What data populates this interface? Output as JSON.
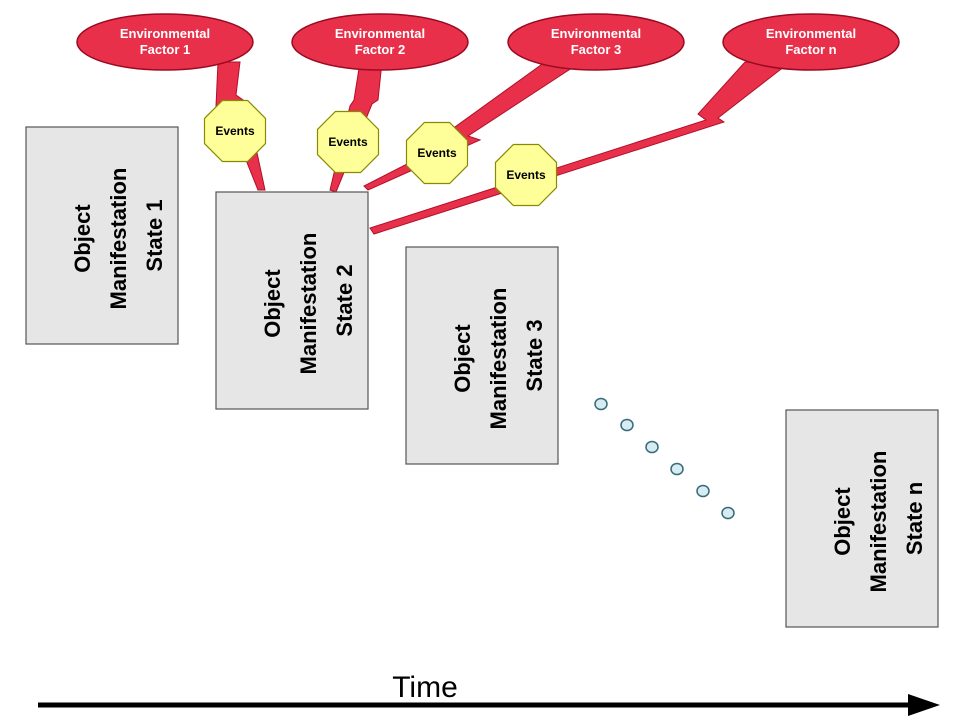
{
  "environmental_factors": [
    {
      "line1": "Environmental",
      "line2": "Factor 1"
    },
    {
      "line1": "Environmental",
      "line2": "Factor 2"
    },
    {
      "line1": "Environmental",
      "line2": "Factor 3"
    },
    {
      "line1": "Environmental",
      "line2": "Factor n"
    }
  ],
  "event_label": "Events",
  "states": [
    {
      "line1": "Object",
      "line2": "Manifestation",
      "line3": "State 1"
    },
    {
      "line1": "Object",
      "line2": "Manifestation",
      "line3": "State 2"
    },
    {
      "line1": "Object",
      "line2": "Manifestation",
      "line3": "State 3"
    },
    {
      "line1": "Object",
      "line2": "Manifestation",
      "line3": "State n"
    }
  ],
  "axis": {
    "label": "Time"
  },
  "colors": {
    "factor_fill": "#e8304a",
    "event_fill": "#ffff99",
    "state_fill": "#e6e6e6",
    "dot_fill": "#d6ecf2"
  }
}
